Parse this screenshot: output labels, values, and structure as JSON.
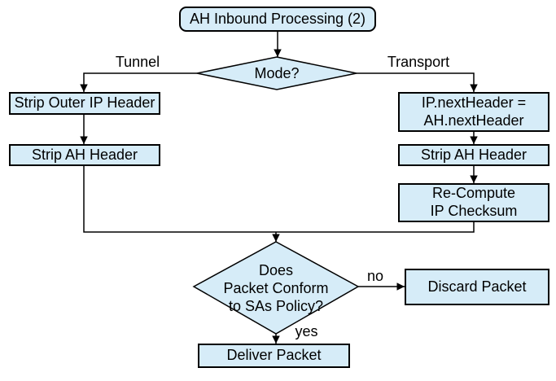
{
  "diagram": {
    "colors": {
      "background": "#ffffff",
      "node_fill": "#d6ecf8",
      "node_border": "#000000",
      "line_color": "#000000",
      "text_color": "#000000"
    },
    "nodes": {
      "start": "AH Inbound Processing (2)",
      "mode": "Mode?",
      "strip_outer_ip": "Strip Outer IP Header",
      "strip_ah_left": "Strip AH Header",
      "ip_next_header": "IP.nextHeader =\nAH.nextHeader",
      "strip_ah_right": "Strip AH Header",
      "recompute_checksum": "Re-Compute\nIP Checksum",
      "policy_check": "Does\nPacket Conform\nto SAs Policy?",
      "discard": "Discard Packet",
      "deliver": "Deliver Packet"
    },
    "edge_labels": {
      "tunnel": "Tunnel",
      "transport": "Transport",
      "no": "no",
      "yes": "yes"
    }
  }
}
